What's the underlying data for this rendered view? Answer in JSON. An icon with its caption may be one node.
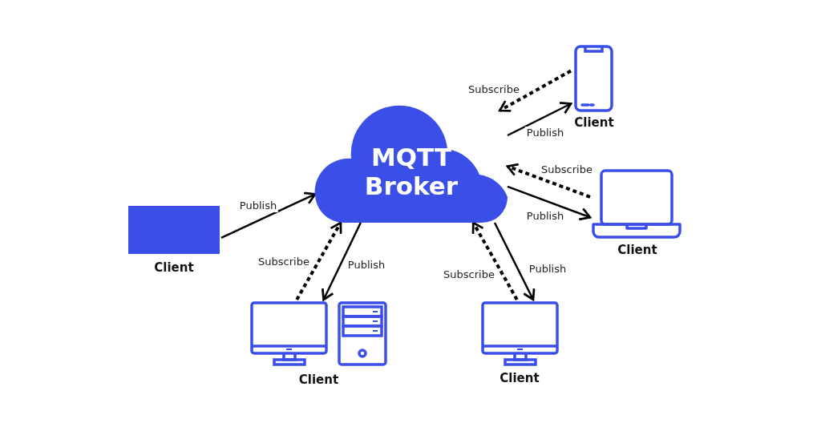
{
  "diagram": {
    "nodes": [
      {
        "text": [
          "MQTT Broker"
        ]
      },
      {
        "text": [
          "Client"
        ]
      },
      {
        "text": [
          "Client"
        ]
      },
      {
        "text": [
          "Client"
        ]
      },
      {
        "text": [
          "Client"
        ]
      },
      {
        "text": [
          "Client"
        ]
      }
    ],
    "edges": [
      {
        "from": 0,
        "to": 1,
        "arrow": "to",
        "label": "Publish"
      },
      {
        "from": 1,
        "to": 0,
        "arrow": "to",
        "label": "Subscribe",
        "style": "dashed"
      },
      {
        "from": 0,
        "to": 2,
        "arrow": "to",
        "label": "Publish"
      },
      {
        "from": 2,
        "to": 0,
        "arrow": "to",
        "label": "Subscribe",
        "style": "dashed"
      },
      {
        "from": 3,
        "to": 0,
        "arrow": "to",
        "label": "Publish"
      },
      {
        "from": 0,
        "to": 4,
        "arrow": "to",
        "label": "Publish"
      },
      {
        "from": 4,
        "to": 0,
        "arrow": "to",
        "label": "Subscribe",
        "style": "dashed"
      },
      {
        "from": 0,
        "to": 5,
        "arrow": "to",
        "label": "Publish"
      },
      {
        "from": 5,
        "to": 0,
        "arrow": "to",
        "label": "Subscribe",
        "style": "dashed"
      }
    ]
  }
}
